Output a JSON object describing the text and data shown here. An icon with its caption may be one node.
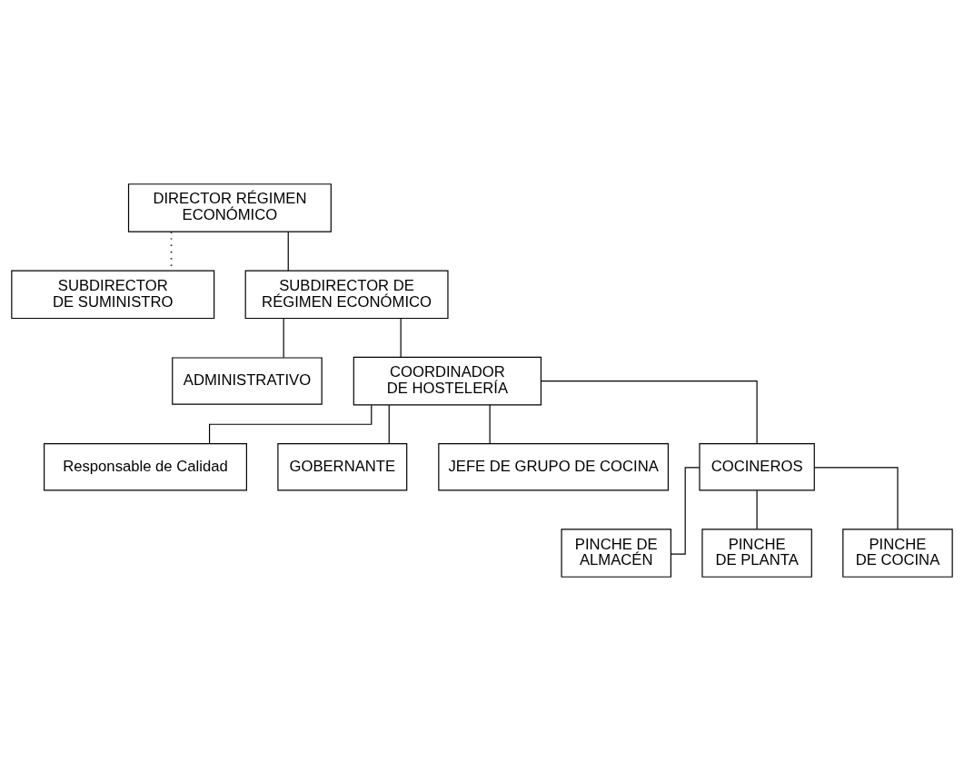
{
  "diagram": {
    "nodes": [
      {
        "text": [
          "DIRECTOR RÉGIMEN ECONÓMICO"
        ]
      },
      {
        "text": [
          "SUBDIRECTOR DE SUMINISTRO"
        ]
      },
      {
        "text": [
          "SUBDIRECTOR DE RÉGIMEN ECONÓMICO"
        ]
      },
      {
        "text": [
          "ADMINISTRATIVO"
        ]
      },
      {
        "text": [
          "COORDINADOR DE HOSTELERÍA"
        ]
      },
      {
        "text": [
          "Responsable de Calidad"
        ]
      },
      {
        "text": [
          "GOBERNANTE"
        ]
      },
      {
        "text": [
          "JEFE DE GRUPO DE COCINA"
        ]
      },
      {
        "text": [
          "COCINEROS"
        ]
      },
      {
        "text": [
          "PINCHE DE ALMACÉN"
        ]
      },
      {
        "text": [
          "PINCHE DE PLANTA"
        ]
      },
      {
        "text": [
          "PINCHE DE COCINA"
        ]
      }
    ],
    "edges": [
      {
        "from": 0,
        "to": 1,
        "arrow": "none",
        "style": "dashed"
      },
      {
        "from": 0,
        "to": 2,
        "arrow": "none"
      },
      {
        "from": 2,
        "to": 3,
        "arrow": "none"
      },
      {
        "from": 2,
        "to": 4,
        "arrow": "none"
      },
      {
        "from": 4,
        "to": 5,
        "arrow": "none"
      },
      {
        "from": 4,
        "to": 6,
        "arrow": "none"
      },
      {
        "from": 4,
        "to": 7,
        "arrow": "none"
      },
      {
        "from": 4,
        "to": 8,
        "arrow": "none"
      },
      {
        "from": 8,
        "to": 9,
        "arrow": "none"
      },
      {
        "from": 8,
        "to": 10,
        "arrow": "none"
      },
      {
        "from": 8,
        "to": 11,
        "arrow": "none"
      }
    ]
  }
}
